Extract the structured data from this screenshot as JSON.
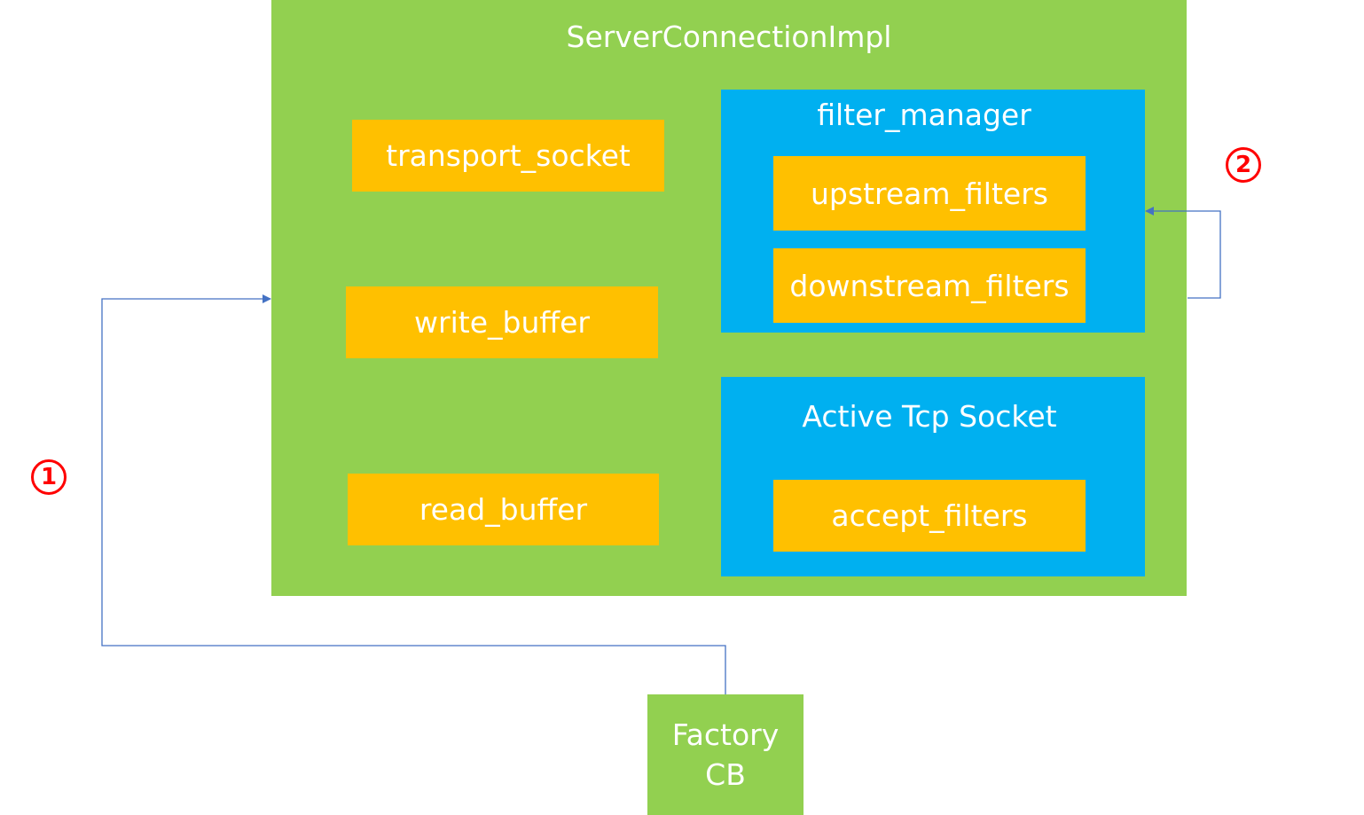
{
  "outer": {
    "title": "ServerConnectionImpl"
  },
  "fields": {
    "transport_socket": "transport_socket",
    "write_buffer": "write_buffer",
    "read_buffer": "read_buffer"
  },
  "filter_manager": {
    "title": "filter_manager",
    "upstream": "upstream_filters",
    "downstream": "downstream_filters"
  },
  "active_tcp_socket": {
    "title": "Active Tcp Socket",
    "accept": "accept_filters"
  },
  "factory": {
    "line1": "Factory",
    "line2": "CB"
  },
  "markers": {
    "one": "1",
    "two": "2"
  },
  "colors": {
    "green": "#92D050",
    "orange": "#FFC000",
    "blue": "#00B0F0",
    "connector": "#4472C4",
    "marker": "#FF0000"
  }
}
